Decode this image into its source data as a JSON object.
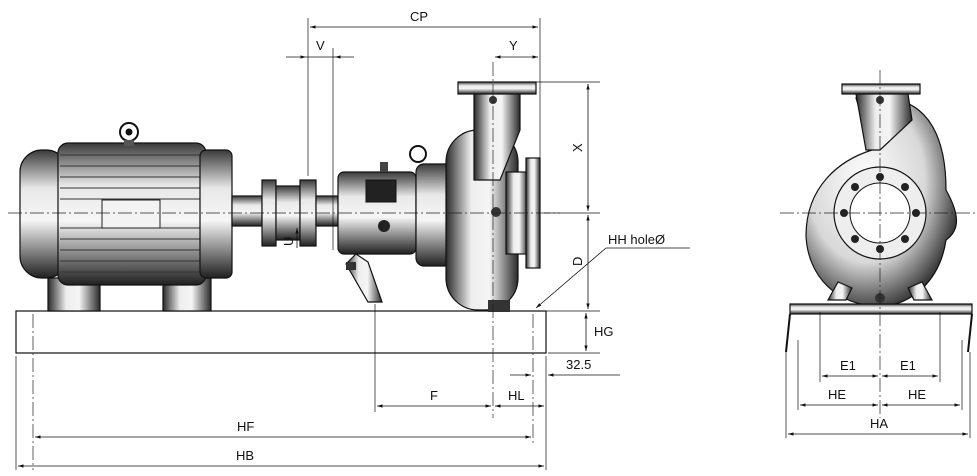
{
  "labels": {
    "cp": "CP",
    "v": "V",
    "y": "Y",
    "x": "X",
    "d": "D",
    "u": "U",
    "hh": "HH holeØ",
    "hg": "HG",
    "dim_32_5": "32.5",
    "f": "F",
    "hl": "HL",
    "hf": "HF",
    "hb": "HB",
    "e1_left": "E1",
    "e1_right": "E1",
    "he_left": "HE",
    "he_right": "HE",
    "ha": "HA"
  },
  "colors": {
    "line": "#111111",
    "shade_dark": "#2a2a2a",
    "shade_light": "#f2f2f2"
  }
}
